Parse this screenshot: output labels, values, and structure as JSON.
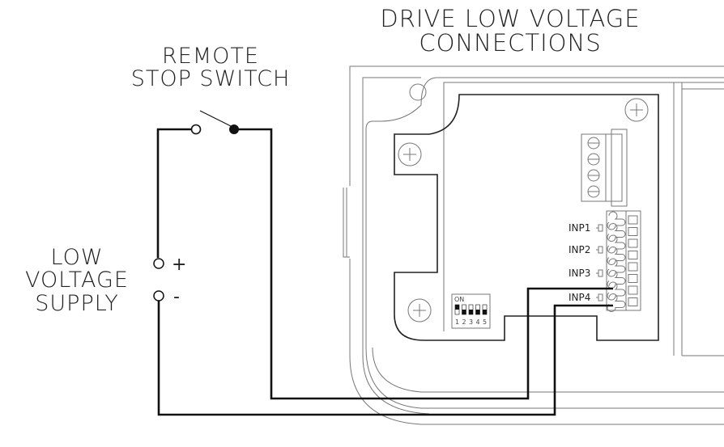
{
  "title": {
    "line1": "DRIVE LOW VOLTAGE",
    "line2": "CONNECTIONS"
  },
  "switch_label": {
    "line1": "REMOTE",
    "line2": "STOP SWITCH"
  },
  "supply_label": {
    "line1": "LOW",
    "line2": "VOLTAGE",
    "line3": "SUPPLY"
  },
  "terminals": {
    "plus": "+",
    "minus": "-"
  },
  "inputs": [
    "INP1",
    "INP2",
    "INP3",
    "INP4"
  ],
  "dip_switch": {
    "on_label": "ON",
    "numbers": [
      "1",
      "2",
      "3",
      "4",
      "5"
    ],
    "states": [
      "on",
      "off",
      "off",
      "off",
      "off"
    ]
  }
}
